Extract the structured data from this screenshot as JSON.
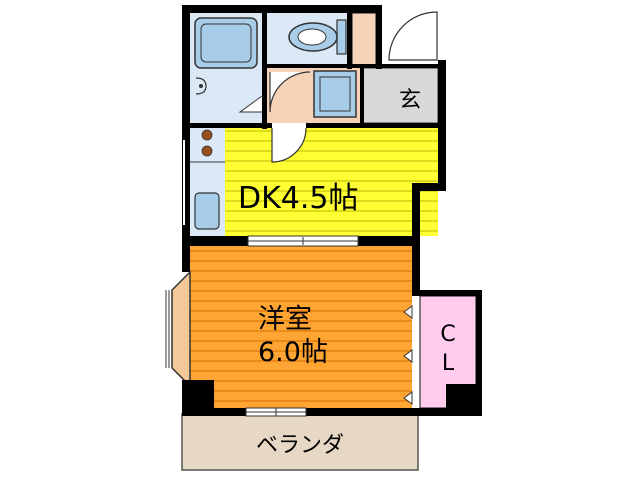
{
  "rooms": {
    "entrance": "玄",
    "dk": "DK4.5帖",
    "western_line1": "洋室",
    "western_line2": "6.0帖",
    "closet_c": "C",
    "closet_l": "L",
    "balcony": "ベランダ"
  },
  "colors": {
    "wall": "#000000",
    "dk_fill": "#ffff33",
    "dk_stripe": "#b8b800",
    "western_fill": "#ffa533",
    "western_stripe": "#d66a00",
    "closet": "#ffccee",
    "bath": "#dbe8f5",
    "fixture": "#a8cde8",
    "entrance": "#d8d8d8",
    "washroom": "#f5d2b8",
    "balcony": "#e6d8c4",
    "stove": "#9a5020"
  }
}
